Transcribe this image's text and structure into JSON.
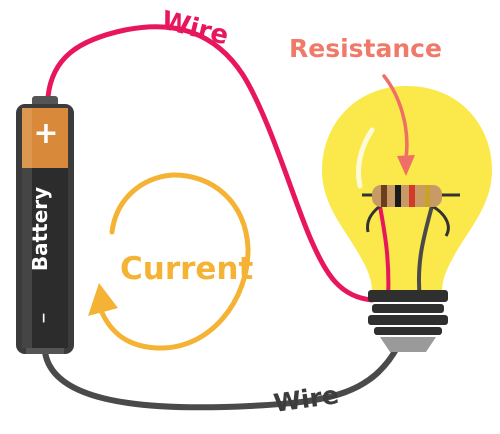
{
  "labels": {
    "wire_top": "Wire",
    "wire_bottom": "Wire",
    "resistance": "Resistance",
    "current": "Current",
    "battery": "Battery",
    "plus": "+",
    "minus": "−"
  },
  "colors": {
    "wire_red": "#e8175d",
    "wire_dark": "#4a4a4a",
    "resistance_text": "#f07a6a",
    "current_orange": "#f5b335",
    "bulb_yellow": "#fbe84a",
    "battery_orange": "#d8893a",
    "battery_black": "#2c2c2c"
  },
  "icons": {
    "battery": "battery-icon",
    "bulb": "light-bulb-icon",
    "resistor": "resistor-icon"
  }
}
